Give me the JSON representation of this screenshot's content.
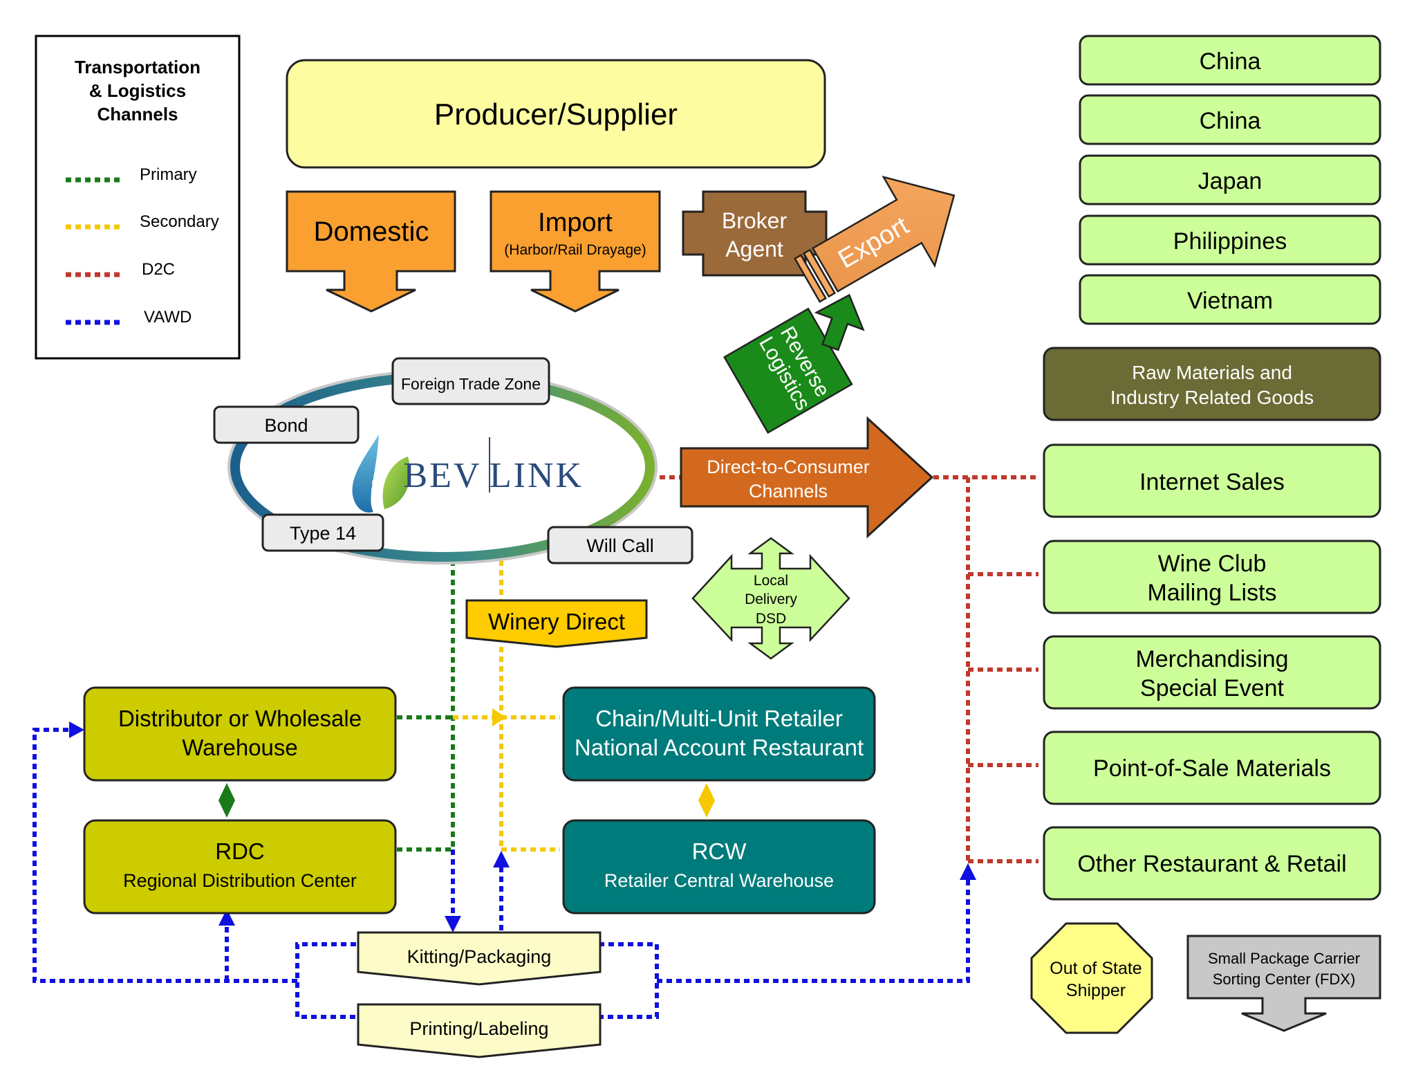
{
  "legend": {
    "title_lines": [
      "Transportation",
      "& Logistics",
      "Channels"
    ],
    "items": [
      {
        "label": "Primary",
        "color": "#1a7a1a"
      },
      {
        "label": "Secondary",
        "color": "#f5c800"
      },
      {
        "label": "D2C",
        "color": "#c0392b"
      },
      {
        "label": "VAWD",
        "color": "#1010e0"
      }
    ]
  },
  "top": {
    "producer": "Producer/Supplier",
    "domestic": "Domestic",
    "import": "Import",
    "import_sub": "(Harbor/Rail Drayage)",
    "broker_line1": "Broker",
    "broker_line2": "Agent"
  },
  "hub": {
    "logo_left": "BEV",
    "logo_right": "LINK",
    "tags": {
      "ftz": "Foreign Trade Zone",
      "bond": "Bond",
      "type14": "Type 14",
      "willcall": "Will Call"
    }
  },
  "arrows": {
    "export": "Export",
    "reverse_line1": "Reverse",
    "reverse_line2": "Logistics",
    "d2c_line1": "Direct-to-Consumer",
    "d2c_line2": "Channels",
    "local_line1": "Local",
    "local_line2": "Delivery",
    "local_line3": "DSD",
    "winery": "Winery Direct"
  },
  "export_markets": [
    "China",
    "China",
    "Japan",
    "Philippines",
    "Vietnam"
  ],
  "raw_materials": {
    "line1": "Raw Materials and",
    "line2": "Industry Related Goods"
  },
  "d2c_channels": [
    {
      "line1": "Internet Sales",
      "line2": ""
    },
    {
      "line1": "Wine Club",
      "line2": "Mailing Lists"
    },
    {
      "line1": "Merchandising",
      "line2": "Special Event"
    },
    {
      "line1": "Point-of-Sale Materials",
      "line2": ""
    },
    {
      "line1": "Other Restaurant & Retail",
      "line2": ""
    }
  ],
  "distribution": {
    "distributor_line1": "Distributor or Wholesale",
    "distributor_line2": "Warehouse",
    "rdc_line1": "RDC",
    "rdc_line2": "Regional Distribution Center",
    "chain_line1": "Chain/Multi-Unit Retailer",
    "chain_line2": "National Account Restaurant",
    "rcw_line1": "RCW",
    "rcw_line2": "Retailer Central Warehouse"
  },
  "services": {
    "kitting": "Kitting/Packaging",
    "printing": "Printing/Labeling"
  },
  "carriers": {
    "oos_line1": "Out of State",
    "oos_line2": "Shipper",
    "spc_line1": "Small Package Carrier",
    "spc_line2": "Sorting Center (FDX)"
  },
  "colors": {
    "producer_fill": "#fdfca0",
    "orange_fill": "#f9a030",
    "broker_fill": "#9b6a3a",
    "market_fill": "#ccff99",
    "raw_fill": "#6b6b35",
    "olive_fill": "#cccc00",
    "teal_fill": "#007b7b",
    "d2c_arrow_fill": "#d2691e",
    "reverse_fill": "#1a8a1a",
    "winery_fill": "#ffcc00",
    "oos_fill": "#ffff88",
    "spc_fill": "#c8c8c8"
  }
}
